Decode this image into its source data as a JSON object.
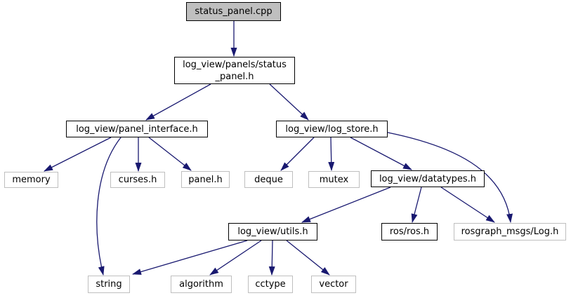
{
  "diagram": {
    "kind": "include-dependency-graph",
    "root_file": "status_panel.cpp",
    "colors": {
      "edge": "#191970",
      "internal_node_border": "#000000",
      "external_node_border": "#bfbfbf",
      "root_node_fill": "#bfbfbf",
      "node_fill": "#ffffff",
      "text": "#000000"
    },
    "nodes": {
      "status_panel_cpp": {
        "label": "status_panel.cpp"
      },
      "status_panel_h": {
        "label_lines": [
          "log_view/panels/status",
          "_panel.h"
        ]
      },
      "panel_interface_h": {
        "label": "log_view/panel_interface.h"
      },
      "log_store_h": {
        "label": "log_view/log_store.h"
      },
      "memory": {
        "label": "memory"
      },
      "curses_h": {
        "label": "curses.h"
      },
      "panel_h": {
        "label": "panel.h"
      },
      "deque": {
        "label": "deque"
      },
      "mutex": {
        "label": "mutex"
      },
      "datatypes_h": {
        "label": "log_view/datatypes.h"
      },
      "utils_h": {
        "label": "log_view/utils.h"
      },
      "ros_ros_h": {
        "label": "ros/ros.h"
      },
      "rosgraph_msgs_log_h": {
        "label": "rosgraph_msgs/Log.h"
      },
      "string": {
        "label": "string"
      },
      "algorithm": {
        "label": "algorithm"
      },
      "cctype": {
        "label": "cctype"
      },
      "vector": {
        "label": "vector"
      }
    },
    "edges": [
      {
        "from": "status_panel.cpp",
        "to": "log_view/panels/status_panel.h"
      },
      {
        "from": "log_view/panels/status_panel.h",
        "to": "log_view/panel_interface.h"
      },
      {
        "from": "log_view/panels/status_panel.h",
        "to": "log_view/log_store.h"
      },
      {
        "from": "log_view/panel_interface.h",
        "to": "memory"
      },
      {
        "from": "log_view/panel_interface.h",
        "to": "string"
      },
      {
        "from": "log_view/panel_interface.h",
        "to": "curses.h"
      },
      {
        "from": "log_view/panel_interface.h",
        "to": "panel.h"
      },
      {
        "from": "log_view/log_store.h",
        "to": "deque"
      },
      {
        "from": "log_view/log_store.h",
        "to": "mutex"
      },
      {
        "from": "log_view/log_store.h",
        "to": "log_view/datatypes.h"
      },
      {
        "from": "log_view/log_store.h",
        "to": "rosgraph_msgs/Log.h"
      },
      {
        "from": "log_view/datatypes.h",
        "to": "log_view/utils.h"
      },
      {
        "from": "log_view/datatypes.h",
        "to": "ros/ros.h"
      },
      {
        "from": "log_view/datatypes.h",
        "to": "rosgraph_msgs/Log.h"
      },
      {
        "from": "log_view/utils.h",
        "to": "string"
      },
      {
        "from": "log_view/utils.h",
        "to": "algorithm"
      },
      {
        "from": "log_view/utils.h",
        "to": "cctype"
      },
      {
        "from": "log_view/utils.h",
        "to": "vector"
      }
    ]
  }
}
